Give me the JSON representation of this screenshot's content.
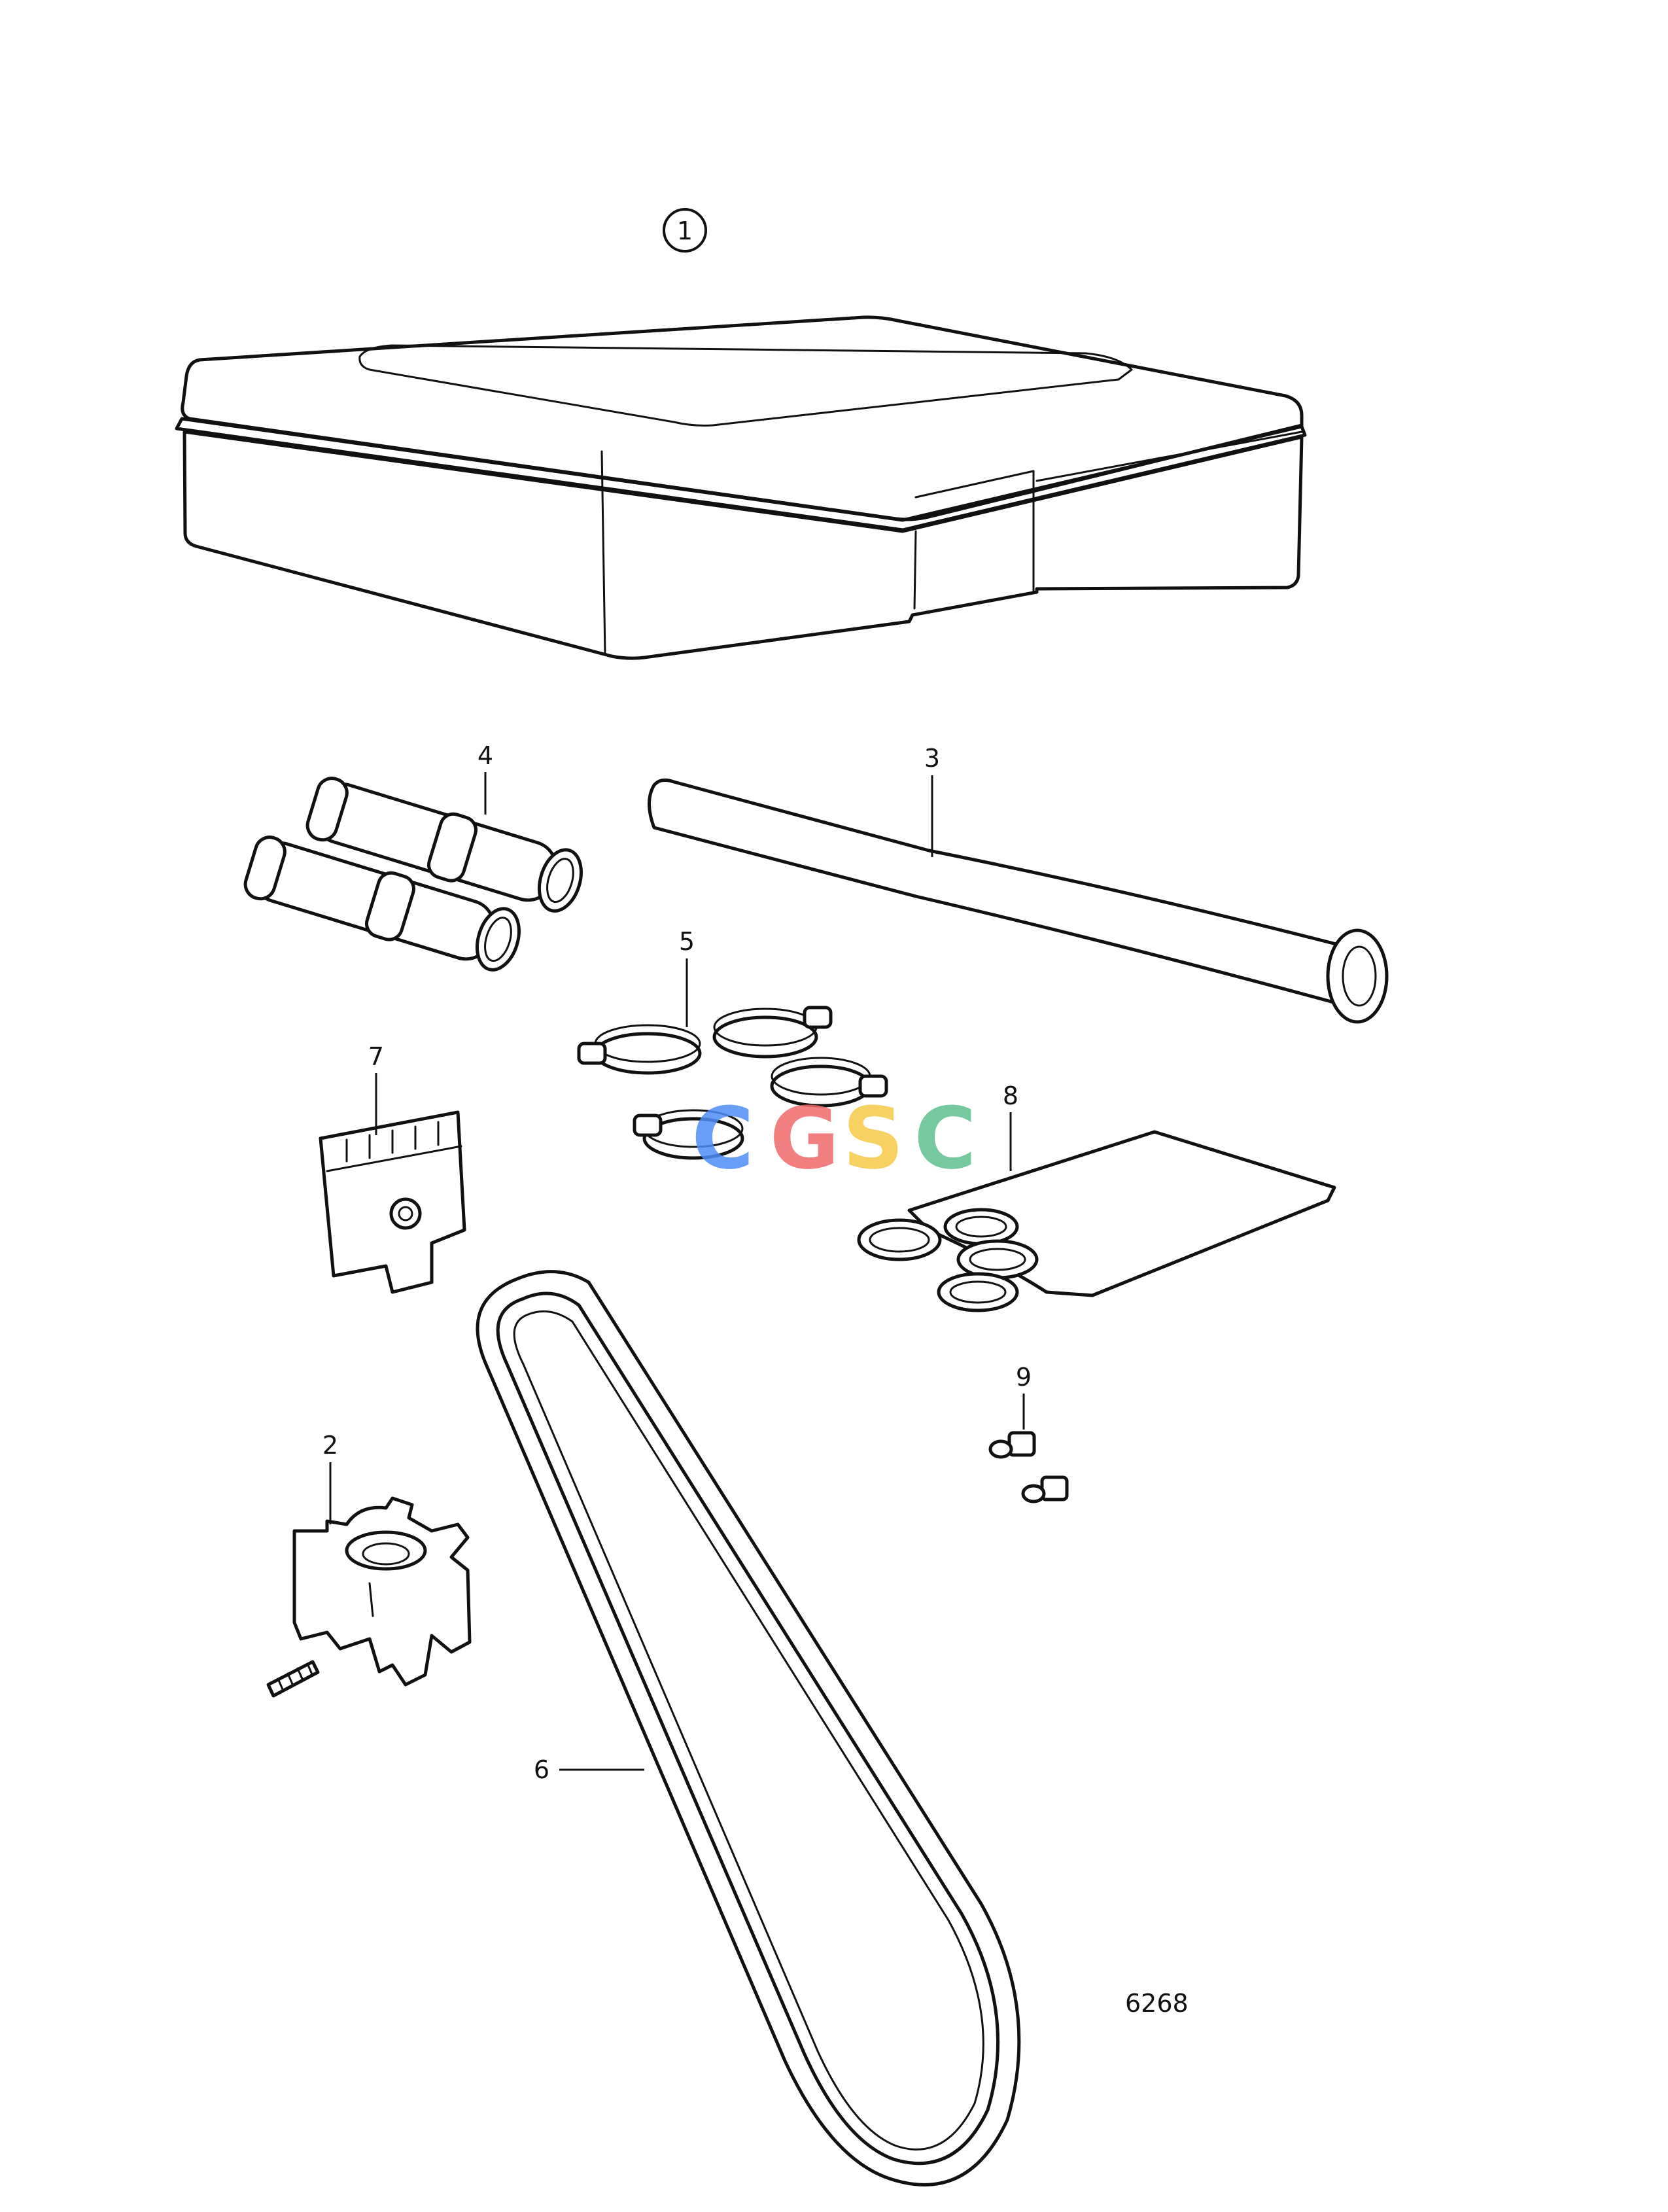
{
  "diagram": {
    "drawing_number": "6268",
    "watermark": "CGSC",
    "watermark_colors": [
      "#4f8ef7",
      "#f26b6b",
      "#f7c948",
      "#5fbf8f"
    ],
    "callouts": {
      "kit": "1",
      "impeller": "2",
      "hose": "3",
      "pipe_connectors": "4",
      "hose_clamps": "5",
      "v_belt": "6",
      "connector": "7",
      "gasket_bag": "8",
      "bulbs": "9"
    },
    "parts": [
      {
        "id": "kit-box",
        "callout": "1",
        "icon": "storage-box"
      },
      {
        "id": "impeller",
        "callout": "2",
        "icon": "impeller"
      },
      {
        "id": "hose",
        "callout": "3",
        "icon": "hose"
      },
      {
        "id": "pipe-connectors",
        "callout": "4",
        "icon": "pipe-connector"
      },
      {
        "id": "hose-clamps",
        "callout": "5",
        "icon": "hose-clamp"
      },
      {
        "id": "v-belt",
        "callout": "6",
        "icon": "v-belt"
      },
      {
        "id": "connector-block",
        "callout": "7",
        "icon": "connector"
      },
      {
        "id": "gasket-bag",
        "callout": "8",
        "icon": "sealing-rings-bag"
      },
      {
        "id": "bulbs",
        "callout": "9",
        "icon": "bulb"
      }
    ]
  }
}
